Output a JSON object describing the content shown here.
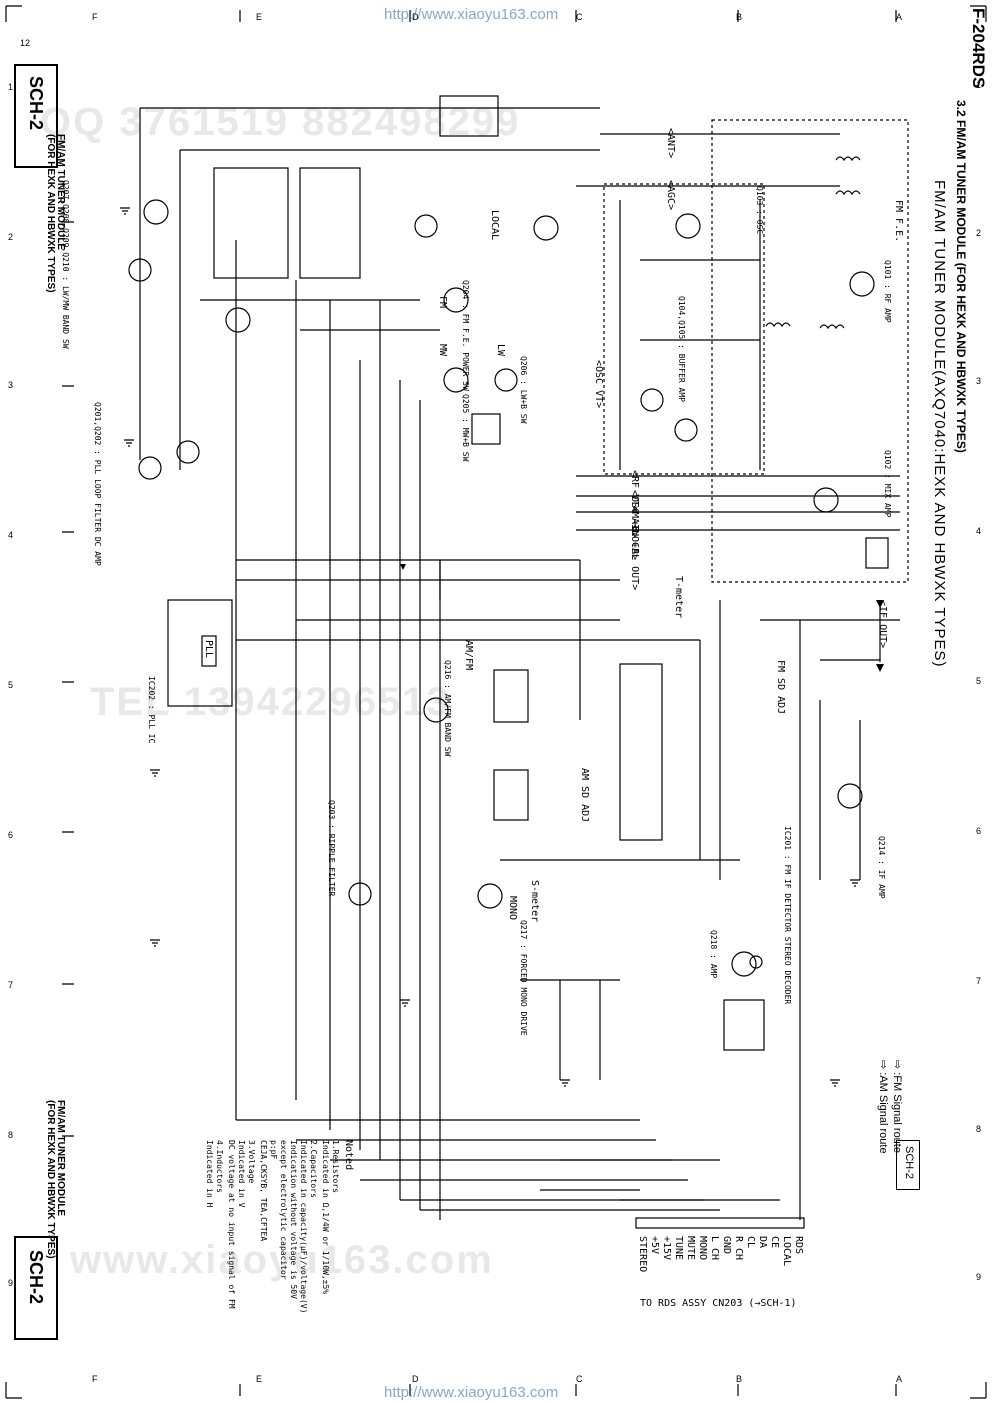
{
  "header": {
    "url_top": "http://www.xiaoyu163.com",
    "url_bottom": "http://www.xiaoyu163.com",
    "model": "F-204RDS",
    "section_title": "3.2 FM/AM TUNER MODULE (FOR HEXK AND HBWXK TYPES)",
    "module_title": "FM/AM TUNER MODULE(AXQ7040:HEXK AND HBWXK TYPES)"
  },
  "sheet_tags": {
    "left_top": "SCH-2",
    "left_bottom": "SCH-2",
    "right": "SCH-2",
    "left_top_sub": "FM/AM TUNER MODULE",
    "left_top_sub2": "(FOR HEXK AND HBWXK TYPES)",
    "left_bottom_sub": "FM/AM TUNER MODULE",
    "left_bottom_sub2": "(FOR HEXK AND HBWXK TYPES)"
  },
  "legend": {
    "fm_route": "⇨ :FM Signal route",
    "am_route": "⇨ :AM Signal route"
  },
  "grid": {
    "top_letters": [
      "F",
      "E",
      "D",
      "C",
      "B",
      "A"
    ],
    "right_numbers": [
      "1",
      "2",
      "3",
      "4",
      "5",
      "6",
      "7",
      "8",
      "9"
    ],
    "left_numbers": [
      "12",
      "1",
      "2",
      "3",
      "4",
      "5",
      "6",
      "7",
      "8",
      "9"
    ]
  },
  "signals": {
    "ant": "<ANT>",
    "agc": "<AGC>",
    "rf_vt": "<RF VT>",
    "osc_b": "<OSC +B>",
    "main_b": "<MAIN +B>",
    "local_out": "<LOCAL OUT>",
    "osc_vt": "<OSC VT>",
    "if_out": "<IF OUT>"
  },
  "connector": {
    "caption": "TO RDS ASSY CN203 (→SCH-1)",
    "pins": [
      "RDS",
      "LOCAL",
      "CE",
      "DA",
      "CL",
      "R CH",
      "GND",
      "L CH",
      "MONO",
      "MUTE",
      "TUNE",
      "+15V",
      "+5V",
      "STEREO"
    ]
  },
  "blocks": {
    "fm_fe": "FM F.E.",
    "fm_sd_adj": "FM SD ADJ",
    "am_sd_adj": "AM SD ADJ",
    "am_fm": "AM/FM",
    "fm": "FM",
    "mw": "MW",
    "lw": "LW",
    "local": "LOCAL",
    "mono": "MONO",
    "pll": "PLL",
    "ic201": "IC201 : FM IF DETECTOR STEREO DECODER",
    "ic202": "IC202 : PLL IC",
    "q201": "Q201,Q202 : PLL LOOP FILTER DC AMP",
    "q203": "Q203 : RIPPLE FILTER",
    "q204": "Q204 : FM F.E. POWER SW",
    "q205": "Q205 : MW+B SW",
    "q206": "Q206 : LW+B SW",
    "q207": "Q207,Q208,Q209,Q210 : LW/MW BAND SW",
    "q214": "Q214 : IF AMP",
    "q216": "Q216 : AM/FM BAND SW",
    "q217": "Q217 : FORCED MONO DRIVE",
    "q218": "Q218 : AMP",
    "q101": "Q101 : RF AMP",
    "q102": "Q102 : MIX AMP",
    "q103": "Q103 : OSC",
    "q104": "Q104,Q105 : BUFFER AMP",
    "t_meter": "T-meter",
    "s_meter": "S-meter"
  },
  "notes": {
    "title": "Noted",
    "lines": [
      "1.Resistors",
      "  Indicated in Ω,1/4W or 1/10W,±5%",
      "2.Capacitors",
      "  Indicated in capacity(μF)/voltage(V)",
      "  Indication without voltage is 50V",
      "  except electrolytic capacitor",
      "  p:pF",
      "  CEJA,CKSYB, TEA,CFTEA",
      "3.Voltage",
      "  Indicated in V",
      "  DC voltage at no input signal of FM",
      "4.Inductors",
      "  Indicated in H"
    ]
  },
  "watermarks": [
    "QQ 3761519 882498299",
    "TEL 13942296513",
    "www.xiaoyu163.com"
  ]
}
